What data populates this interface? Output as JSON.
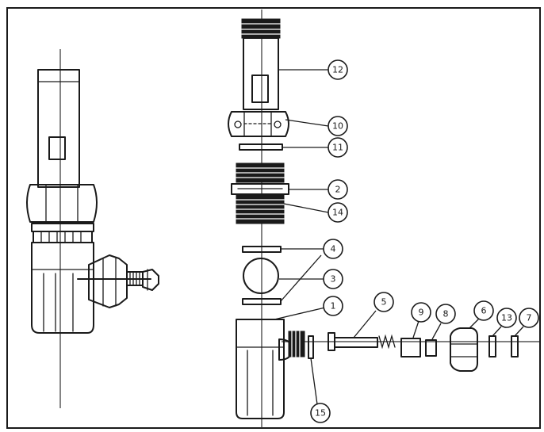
{
  "diagram": {
    "parts": [
      {
        "id": "p12",
        "number": "12"
      },
      {
        "id": "p10",
        "number": "10"
      },
      {
        "id": "p11",
        "number": "11"
      },
      {
        "id": "p2",
        "number": "2"
      },
      {
        "id": "p14",
        "number": "14"
      },
      {
        "id": "p4",
        "number": "4"
      },
      {
        "id": "p3",
        "number": "3"
      },
      {
        "id": "p1",
        "number": "1"
      },
      {
        "id": "p5",
        "number": "5"
      },
      {
        "id": "p9",
        "number": "9"
      },
      {
        "id": "p8",
        "number": "8"
      },
      {
        "id": "p6",
        "number": "6"
      },
      {
        "id": "p13",
        "number": "13"
      },
      {
        "id": "p7",
        "number": "7"
      },
      {
        "id": "p15",
        "number": "15"
      }
    ]
  }
}
